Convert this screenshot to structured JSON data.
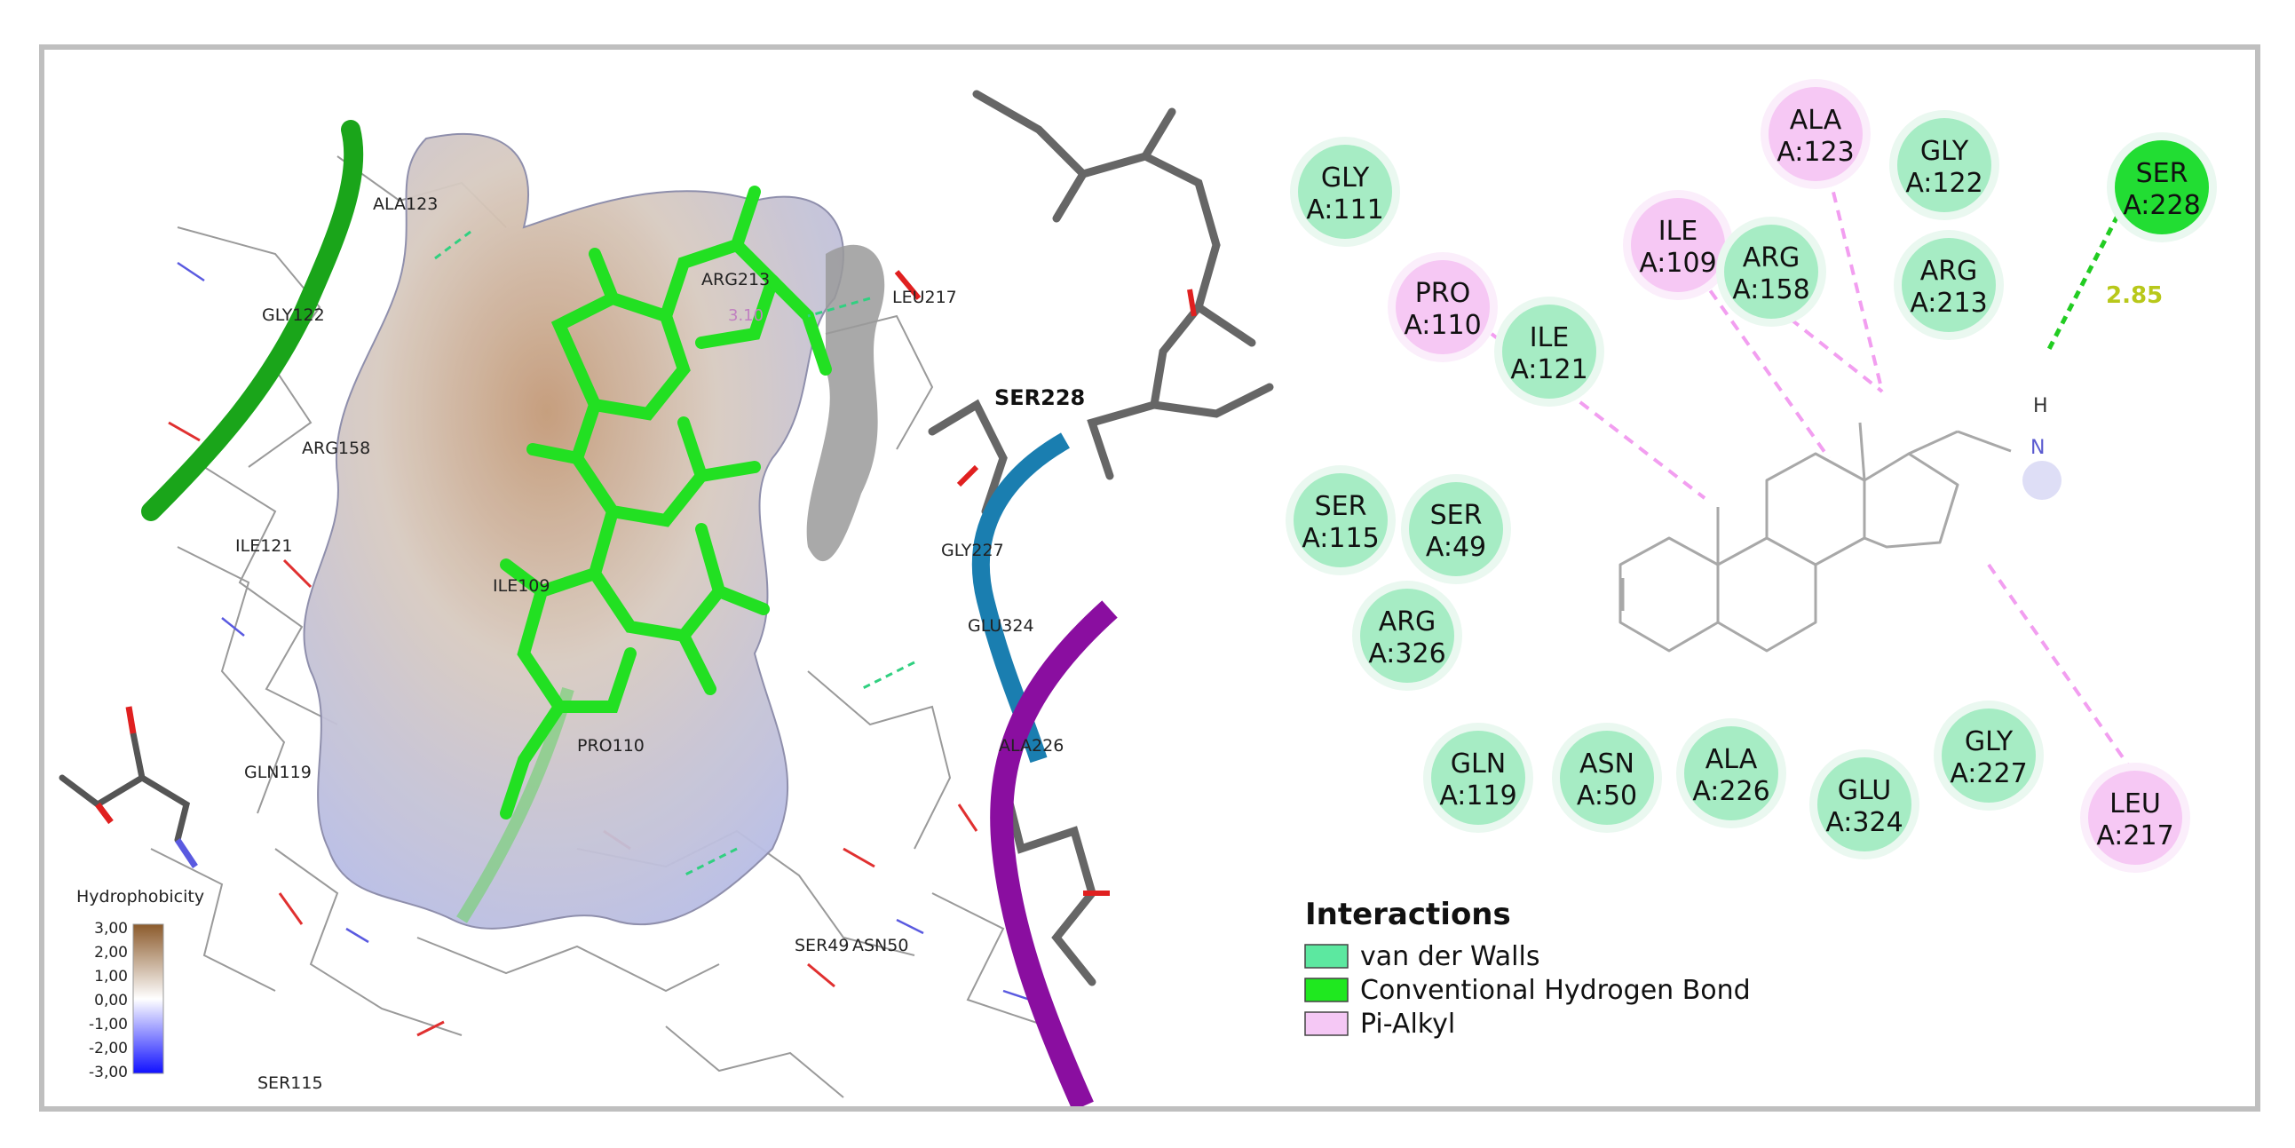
{
  "left_panel": {
    "residue_labels": [
      "ALA123",
      "GLY122",
      "ARG213",
      "LEU217",
      "ARG158",
      "ILE121",
      "ILE109",
      "PRO110",
      "GLN119",
      "SER49",
      "ASN50",
      "SER115",
      "GLY227",
      "GLU324",
      "ALA226"
    ],
    "ser228_label": "SER228",
    "hbond_label": "3.10",
    "hydrophobicity": {
      "title": "Hydrophobicity",
      "ticks": [
        "3,00",
        "2,00",
        "1,00",
        "0,00",
        "-1,00",
        "-2,00",
        "-3,00"
      ],
      "colors": {
        "high": "#8b5a2b",
        "mid": "#ffffff",
        "low": "#1010ff"
      }
    }
  },
  "right_panel": {
    "residues": [
      {
        "name": "GLY",
        "id": "A:111",
        "type": "vdw"
      },
      {
        "name": "ALA",
        "id": "A:123",
        "type": "pi"
      },
      {
        "name": "GLY",
        "id": "A:122",
        "type": "vdw"
      },
      {
        "name": "SER",
        "id": "A:228",
        "type": "hbond"
      },
      {
        "name": "ILE",
        "id": "A:109",
        "type": "pi"
      },
      {
        "name": "ARG",
        "id": "A:158",
        "type": "vdw"
      },
      {
        "name": "ARG",
        "id": "A:213",
        "type": "vdw"
      },
      {
        "name": "PRO",
        "id": "A:110",
        "type": "pi"
      },
      {
        "name": "ILE",
        "id": "A:121",
        "type": "vdw"
      },
      {
        "name": "SER",
        "id": "A:115",
        "type": "vdw"
      },
      {
        "name": "SER",
        "id": "A:49",
        "type": "vdw"
      },
      {
        "name": "ARG",
        "id": "A:326",
        "type": "vdw"
      },
      {
        "name": "GLY",
        "id": "A:227",
        "type": "vdw"
      },
      {
        "name": "GLN",
        "id": "A:119",
        "type": "vdw"
      },
      {
        "name": "ASN",
        "id": "A:50",
        "type": "vdw"
      },
      {
        "name": "ALA",
        "id": "A:226",
        "type": "vdw"
      },
      {
        "name": "GLU",
        "id": "A:324",
        "type": "vdw"
      },
      {
        "name": "LEU",
        "id": "A:217",
        "type": "pi"
      }
    ],
    "hbond_distance": "2.85",
    "atom_h": "H",
    "atom_n": "N",
    "legend": {
      "title": "Interactions",
      "items": [
        {
          "label": "van der Walls",
          "color": "#5ce8a0"
        },
        {
          "label": "Conventional Hydrogen Bond",
          "color": "#1fe81f"
        },
        {
          "label": "Pi-Alkyl",
          "color": "#f5c8f5"
        }
      ]
    },
    "colors": {
      "vdw": "#a6ecc4",
      "hbond": "#22dd33",
      "pi": "#f6c8f4",
      "pi_line": "#f29ef0",
      "hbond_line": "#22cc22",
      "distance_text": "#b8c81a"
    }
  }
}
